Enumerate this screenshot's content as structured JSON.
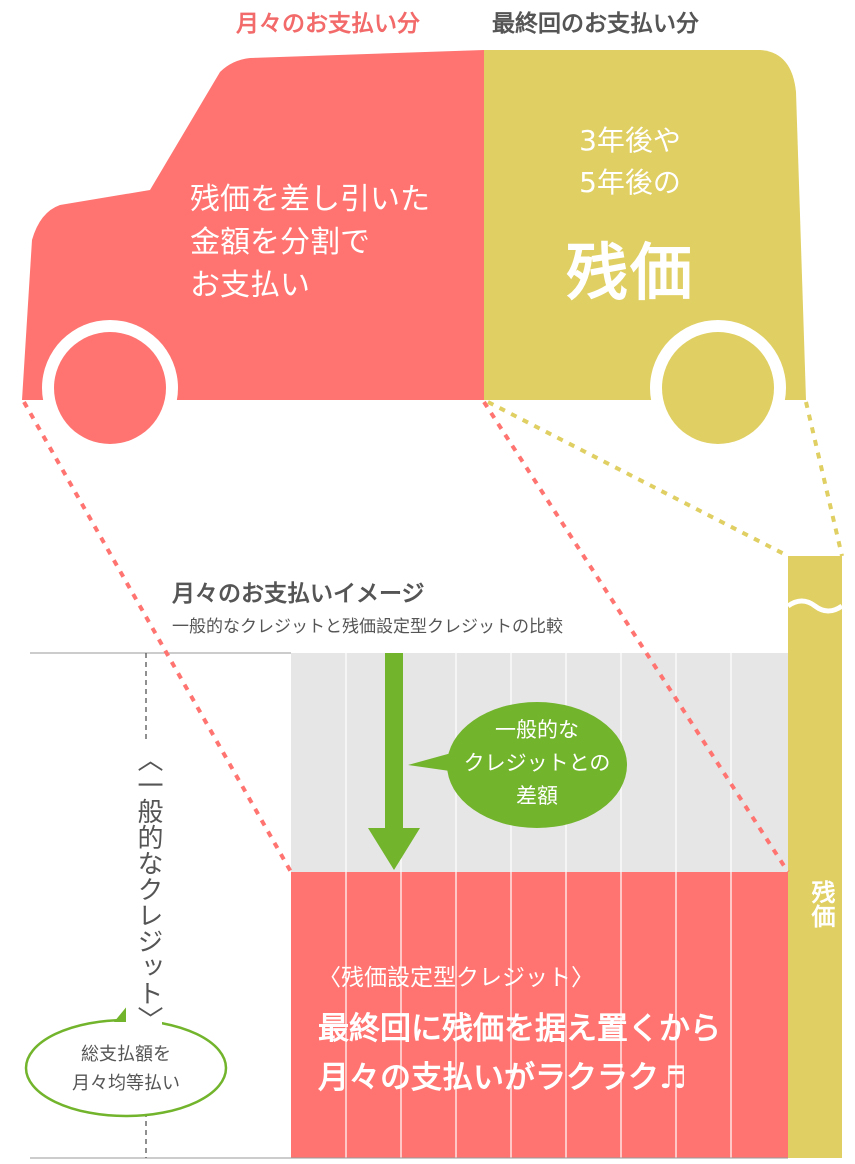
{
  "header": {
    "monthly_label": "月々のお支払い分",
    "final_label": "最終回のお支払い分"
  },
  "car": {
    "monthly_text": [
      "残価を差し引いた",
      "金額を分割で",
      "お支払い"
    ],
    "residual_text": [
      "3年後や",
      "5年後の"
    ],
    "residual_big": "残価"
  },
  "image_section": {
    "title": "月々のお支払いイメージ",
    "subtitle": "一般的なクレジットと残価設定型クレジットの比較"
  },
  "difference_bubble": [
    "一般的な",
    "クレジットとの",
    "差額"
  ],
  "general_credit_label": "〈一般的なクレジット〉",
  "general_callout": [
    "総支払額を",
    "月々均等払い"
  ],
  "residual_column_label": "残価",
  "residual_credit": {
    "label": "〈残価設定型クレジット〉",
    "catch_line_1": "最終回に残価を据え置くから",
    "catch_line_2": "月々の支払いがラクラク♬"
  },
  "colors": {
    "coral": "#ff7470",
    "mustard": "#e0cf62",
    "green": "#72b42c",
    "grey_band": "#e6e6e6",
    "text_dark": "#555555"
  }
}
